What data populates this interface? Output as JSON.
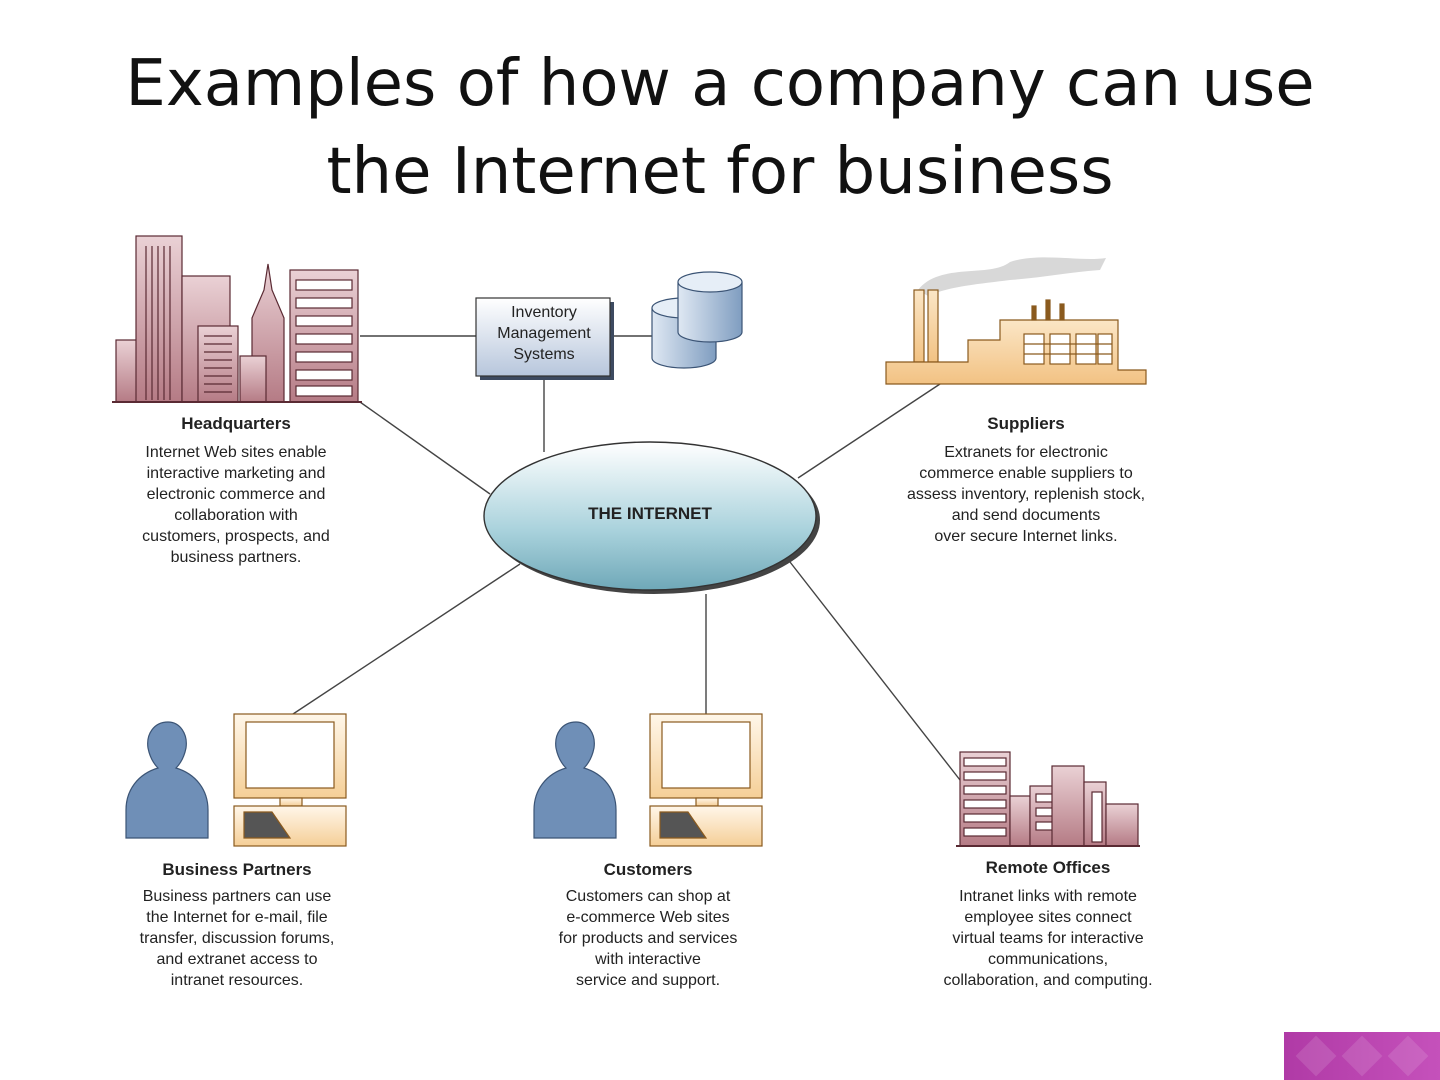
{
  "title": {
    "line1": "Examples of how a company can use",
    "line2": "the Internet for business"
  },
  "center": {
    "label": "THE INTERNET"
  },
  "inventory": {
    "label": "Inventory\nManagement\nSystems"
  },
  "nodes": {
    "headquarters": {
      "title": "Headquarters",
      "description": "Internet Web sites enable\ninteractive marketing and\nelectronic commerce and\ncollaboration with\ncustomers, prospects, and\nbusiness partners."
    },
    "suppliers": {
      "title": "Suppliers",
      "description": "Extranets for electronic\ncommerce enable suppliers to\nassess inventory, replenish stock,\nand send documents\nover secure Internet links."
    },
    "business_partners": {
      "title": "Business Partners",
      "description": "Business partners can use\nthe Internet for e-mail, file\ntransfer, discussion forums,\nand extranet access to\nintranet resources."
    },
    "customers": {
      "title": "Customers",
      "description": "Customers can shop at\ne-commerce Web sites\nfor products and services\nwith interactive\nservice and support."
    },
    "remote_offices": {
      "title": "Remote Offices",
      "description": "Intranet links with remote\nemployee sites connect\nvirtual teams for interactive\ncommunications,\ncollaboration, and computing."
    }
  },
  "colors": {
    "building": "#c9929a",
    "factory": "#f7d7a6",
    "internet": "#9fcbd6",
    "person": "#6f8fb7",
    "accent": "#b03aa6"
  }
}
